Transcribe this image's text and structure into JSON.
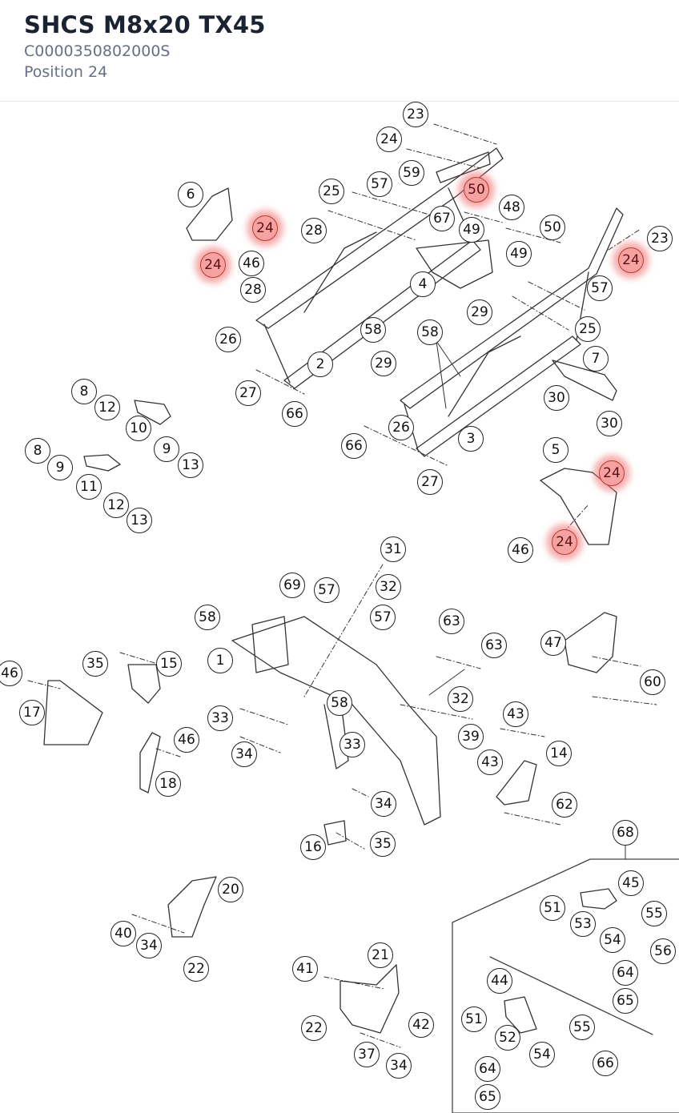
{
  "part": {
    "title": "SHCS M8x20 TX45",
    "code": "C0000350802000S",
    "position": "Position 24"
  },
  "colors": {
    "highlight": "#f4a2a2",
    "highlight_glow": "#ee6e6e",
    "line": "#222222",
    "title": "#1b2333",
    "subtitle": "#667085"
  },
  "callouts": [
    {
      "label": "23",
      "highlighted": false
    },
    {
      "label": "24",
      "highlighted": false
    },
    {
      "label": "59",
      "highlighted": false
    },
    {
      "label": "50",
      "highlighted": true
    },
    {
      "label": "25",
      "highlighted": false
    },
    {
      "label": "57",
      "highlighted": false
    },
    {
      "label": "48",
      "highlighted": false
    },
    {
      "label": "67",
      "highlighted": false
    },
    {
      "label": "49",
      "highlighted": false
    },
    {
      "label": "6",
      "highlighted": false
    },
    {
      "label": "24",
      "highlighted": true
    },
    {
      "label": "28",
      "highlighted": false
    },
    {
      "label": "50",
      "highlighted": false
    },
    {
      "label": "23",
      "highlighted": false
    },
    {
      "label": "24",
      "highlighted": true
    },
    {
      "label": "46",
      "highlighted": false
    },
    {
      "label": "49",
      "highlighted": false
    },
    {
      "label": "24",
      "highlighted": true
    },
    {
      "label": "4",
      "highlighted": false
    },
    {
      "label": "28",
      "highlighted": false
    },
    {
      "label": "57",
      "highlighted": false
    },
    {
      "label": "29",
      "highlighted": false
    },
    {
      "label": "26",
      "highlighted": false
    },
    {
      "label": "58",
      "highlighted": false
    },
    {
      "label": "25",
      "highlighted": false
    },
    {
      "label": "58",
      "highlighted": false
    },
    {
      "label": "7",
      "highlighted": false
    },
    {
      "label": "2",
      "highlighted": false
    },
    {
      "label": "29",
      "highlighted": false
    },
    {
      "label": "27",
      "highlighted": false
    },
    {
      "label": "8",
      "highlighted": false
    },
    {
      "label": "12",
      "highlighted": false
    },
    {
      "label": "30",
      "highlighted": false
    },
    {
      "label": "66",
      "highlighted": false
    },
    {
      "label": "10",
      "highlighted": false
    },
    {
      "label": "26",
      "highlighted": false
    },
    {
      "label": "30",
      "highlighted": false
    },
    {
      "label": "3",
      "highlighted": false
    },
    {
      "label": "8",
      "highlighted": false
    },
    {
      "label": "9",
      "highlighted": false
    },
    {
      "label": "66",
      "highlighted": false
    },
    {
      "label": "5",
      "highlighted": false
    },
    {
      "label": "9",
      "highlighted": false
    },
    {
      "label": "13",
      "highlighted": false
    },
    {
      "label": "24",
      "highlighted": true
    },
    {
      "label": "27",
      "highlighted": false
    },
    {
      "label": "11",
      "highlighted": false
    },
    {
      "label": "12",
      "highlighted": false
    },
    {
      "label": "13",
      "highlighted": false
    },
    {
      "label": "46",
      "highlighted": false
    },
    {
      "label": "24",
      "highlighted": true
    },
    {
      "label": "31",
      "highlighted": false
    },
    {
      "label": "69",
      "highlighted": false
    },
    {
      "label": "32",
      "highlighted": false
    },
    {
      "label": "57",
      "highlighted": false
    },
    {
      "label": "58",
      "highlighted": false
    },
    {
      "label": "57",
      "highlighted": false
    },
    {
      "label": "63",
      "highlighted": false
    },
    {
      "label": "63",
      "highlighted": false
    },
    {
      "label": "47",
      "highlighted": false
    },
    {
      "label": "35",
      "highlighted": false
    },
    {
      "label": "15",
      "highlighted": false
    },
    {
      "label": "1",
      "highlighted": false
    },
    {
      "label": "46",
      "highlighted": false
    },
    {
      "label": "60",
      "highlighted": false
    },
    {
      "label": "17",
      "highlighted": false
    },
    {
      "label": "58",
      "highlighted": false
    },
    {
      "label": "32",
      "highlighted": false
    },
    {
      "label": "43",
      "highlighted": false
    },
    {
      "label": "33",
      "highlighted": false
    },
    {
      "label": "39",
      "highlighted": false
    },
    {
      "label": "46",
      "highlighted": false
    },
    {
      "label": "33",
      "highlighted": false
    },
    {
      "label": "34",
      "highlighted": false
    },
    {
      "label": "14",
      "highlighted": false
    },
    {
      "label": "43",
      "highlighted": false
    },
    {
      "label": "18",
      "highlighted": false
    },
    {
      "label": "34",
      "highlighted": false
    },
    {
      "label": "62",
      "highlighted": false
    },
    {
      "label": "68",
      "highlighted": false
    },
    {
      "label": "16",
      "highlighted": false
    },
    {
      "label": "35",
      "highlighted": false
    },
    {
      "label": "20",
      "highlighted": false
    },
    {
      "label": "45",
      "highlighted": false
    },
    {
      "label": "51",
      "highlighted": false
    },
    {
      "label": "55",
      "highlighted": false
    },
    {
      "label": "40",
      "highlighted": false
    },
    {
      "label": "53",
      "highlighted": false
    },
    {
      "label": "34",
      "highlighted": false
    },
    {
      "label": "54",
      "highlighted": false
    },
    {
      "label": "56",
      "highlighted": false
    },
    {
      "label": "22",
      "highlighted": false
    },
    {
      "label": "21",
      "highlighted": false
    },
    {
      "label": "41",
      "highlighted": false
    },
    {
      "label": "64",
      "highlighted": false
    },
    {
      "label": "44",
      "highlighted": false
    },
    {
      "label": "65",
      "highlighted": false
    },
    {
      "label": "22",
      "highlighted": false
    },
    {
      "label": "42",
      "highlighted": false
    },
    {
      "label": "51",
      "highlighted": false
    },
    {
      "label": "52",
      "highlighted": false
    },
    {
      "label": "55",
      "highlighted": false
    },
    {
      "label": "37",
      "highlighted": false
    },
    {
      "label": "34",
      "highlighted": false
    },
    {
      "label": "54",
      "highlighted": false
    },
    {
      "label": "66",
      "highlighted": false
    },
    {
      "label": "64",
      "highlighted": false
    },
    {
      "label": "65",
      "highlighted": false
    }
  ]
}
